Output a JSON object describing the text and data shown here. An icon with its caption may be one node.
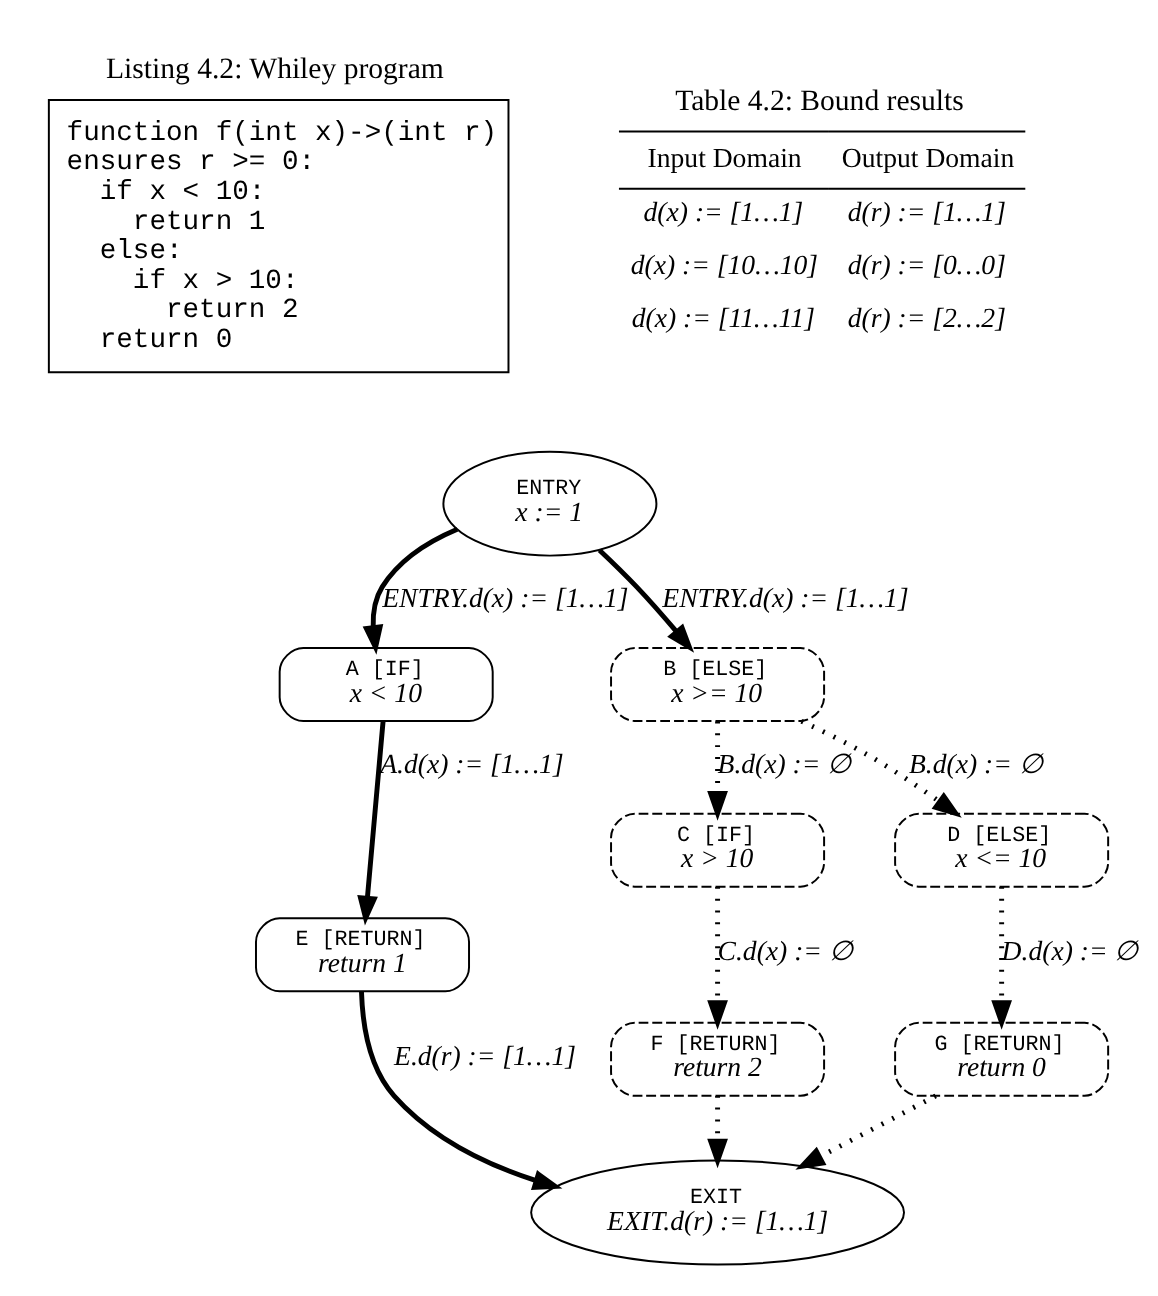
{
  "diagram": {
    "nodes": [
      {
        "text": [
          "Listing 4.2: Whiley program",
          "function f(int x)->(int r)",
          "ensures r >= 0:",
          "if x < 10:",
          "return 1",
          "else:",
          "if x > 10:",
          "return 2",
          "return 0"
        ]
      },
      {
        "text": [
          "ENTRY",
          "x := 1"
        ]
      },
      {
        "text": [
          "A [IF]",
          "x < 10"
        ]
      },
      {
        "text": [
          "B [ELSE]",
          "x >= 10"
        ]
      },
      {
        "text": [
          "E [RETURN]",
          "return 1"
        ]
      },
      {
        "text": [
          "C [IF]",
          "x > 10"
        ]
      },
      {
        "text": [
          "D [ELSE]",
          "x <= 10"
        ]
      },
      {
        "text": [
          "F [RETURN]",
          "return 2"
        ]
      },
      {
        "text": [
          "G [RETURN]",
          "return 0"
        ]
      },
      {
        "text": [
          "EXIT",
          "EXIT.d(r) := [1…1]"
        ]
      }
    ],
    "edges": [
      {
        "from": 1,
        "to": 2,
        "arrow": "to",
        "label": "ENTRY.d(x) := [1…1]"
      },
      {
        "from": 1,
        "to": 3,
        "arrow": "to",
        "label": "ENTRY.d(x) := [1…1]"
      },
      {
        "from": 2,
        "to": 4,
        "arrow": "to",
        "label": "A.d(x) := [1…1]"
      },
      {
        "from": 3,
        "to": 5,
        "arrow": "to",
        "label": "B.d(x) := ∅",
        "style": "dashed"
      },
      {
        "from": 3,
        "to": 6,
        "arrow": "to",
        "label": "B.d(x) := ∅",
        "style": "dashed"
      },
      {
        "from": 5,
        "to": 7,
        "arrow": "to",
        "label": "C.d(x) := ∅",
        "style": "dashed"
      },
      {
        "from": 6,
        "to": 8,
        "arrow": "to",
        "label": "D.d(x) := ∅",
        "style": "dashed"
      },
      {
        "from": 4,
        "to": 9,
        "arrow": "to",
        "label": "E.d(r) := [1…1]"
      },
      {
        "from": 7,
        "to": 9,
        "arrow": "to",
        "style": "dashed"
      },
      {
        "from": 8,
        "to": 9,
        "arrow": "to",
        "style": "dashed"
      }
    ],
    "labels": [
      "Table 4.2: Bound results",
      "Input Domain",
      "Output Domain",
      "d(x) := [1…1]",
      "d(r) := [1…1]",
      "d(x) := [10…10]",
      "d(r) := [0…0]",
      "d(x) := [11…11]",
      "d(r) := [2…2]"
    ]
  }
}
